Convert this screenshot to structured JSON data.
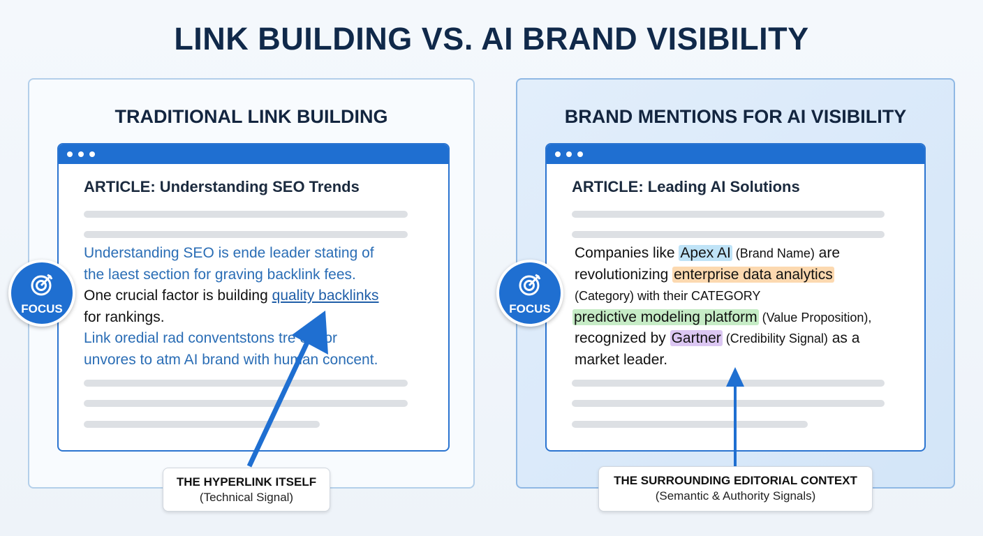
{
  "title": "LINK BUILDING VS. AI BRAND VISIBILITY",
  "left": {
    "heading": "TRADITIONAL LINK BUILDING",
    "article_title": "ARTICLE: Understanding SEO Trends",
    "lines": [
      "Understanding SEO is ende leader stating of",
      "the laest section for graving backlink fees."
    ],
    "sentence_pre": "One crucial factor is building ",
    "link": "quality backlinks",
    "sentence_post": "for rankings.",
    "lines2": [
      "Link oredial rad conventstons tre on for",
      "unvores to atm AI brand with human concent."
    ],
    "badge": "FOCUS",
    "callout_title": "THE HYPERLINK ITSELF",
    "callout_sub": "(Technical Signal)"
  },
  "right": {
    "heading": "BRAND MENTIONS FOR AI VISIBILITY",
    "article_title": "ARTICLE: Leading AI Solutions",
    "t1": "Companies like ",
    "brand": "Apex AI",
    "brand_note": " (Brand Name)",
    "t2": " are",
    "t3": "revolutionizing ",
    "category": "enterprise data analytics",
    "category_note": "(Category)",
    "t4": " with their CATEGORY",
    "value": "predictive modeling platform",
    "value_note": " (Value Proposition),",
    "t5": "recognized by ",
    "cred": "Gartner",
    "cred_note": " (Credibility Signal)",
    "t6": " as a",
    "t7": "market leader.",
    "badge": "FOCUS",
    "callout_title": "THE SURROUNDING EDITORIAL CONTEXT",
    "callout_sub": "(Semantic & Authority Signals)"
  },
  "colors": {
    "accent": "#1f6fd1",
    "brand_hl": "#bfe3f7",
    "category_hl": "#fcd9b0",
    "value_hl": "#c6ecc6",
    "cred_hl": "#dcc7f3"
  }
}
